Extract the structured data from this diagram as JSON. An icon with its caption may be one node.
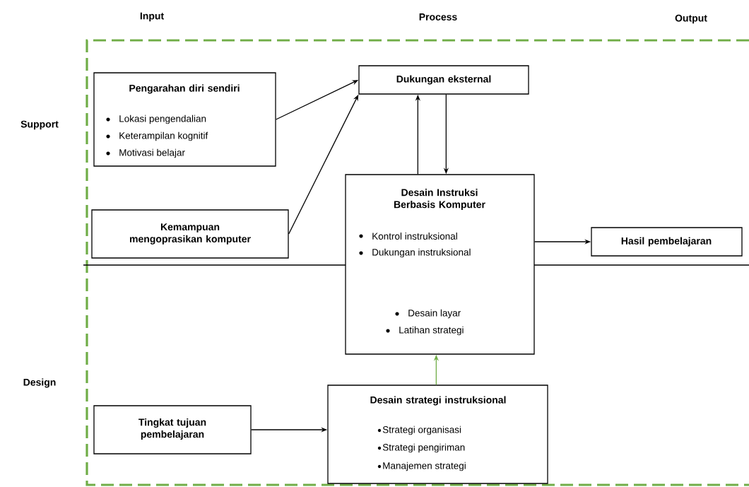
{
  "diagram": {
    "nodes": [
      {
        "text": [
          "Pengarahan diri sendiri",
          "Lokasi pengendalian",
          "Keterampilan kognitif",
          "Motivasi belajar"
        ]
      },
      {
        "text": [
          "Kemampuan mengoprasikan komputer"
        ]
      },
      {
        "text": [
          "Dukungan eksternal"
        ]
      },
      {
        "text": [
          "Desain Instruksi Berbasis Komputer",
          "Kontrol instruksional",
          "Dukungan instruksional",
          "Desain layar",
          "Latihan strategi"
        ]
      },
      {
        "text": [
          "Hasil pembelajaran"
        ]
      },
      {
        "text": [
          "Tingkat tujuan pembelajaran"
        ]
      },
      {
        "text": [
          "Desain strategi instruksional",
          "Strategi organisasi",
          "Strategi pengiriman",
          "Manajemen strategi"
        ]
      }
    ],
    "edges": [
      {
        "from": 0,
        "to": 2,
        "arrow": "to"
      },
      {
        "from": 1,
        "to": 2,
        "arrow": "to"
      },
      {
        "from": 3,
        "to": 2,
        "arrow": "to"
      },
      {
        "from": 2,
        "to": 3,
        "arrow": "to"
      },
      {
        "from": 3,
        "to": 4,
        "arrow": "to"
      },
      {
        "from": 5,
        "to": 6,
        "arrow": "to"
      },
      {
        "from": 6,
        "to": 3,
        "arrow": "to",
        "color": "#70ad47"
      }
    ],
    "labels": [
      "Input",
      "Process",
      "Output",
      "Support",
      "Design"
    ]
  }
}
